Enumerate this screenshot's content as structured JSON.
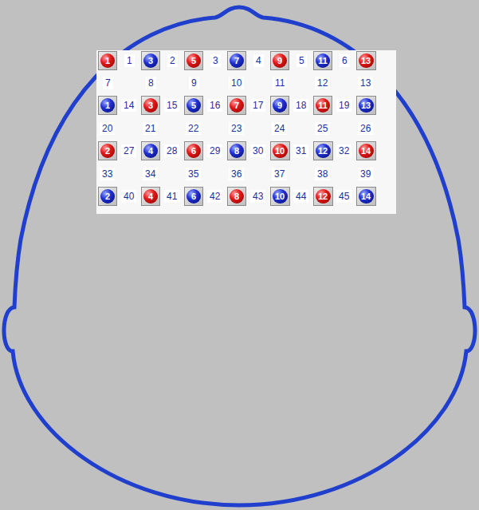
{
  "diagram": {
    "nodes": [
      {
        "text": [
          "1"
        ]
      },
      {
        "text": [
          "3"
        ]
      },
      {
        "text": [
          "5"
        ]
      },
      {
        "text": [
          "7"
        ]
      },
      {
        "text": [
          "9"
        ]
      },
      {
        "text": [
          "11"
        ]
      },
      {
        "text": [
          "13"
        ]
      },
      {
        "text": [
          "1"
        ]
      },
      {
        "text": [
          "3"
        ]
      },
      {
        "text": [
          "5"
        ]
      },
      {
        "text": [
          "7"
        ]
      },
      {
        "text": [
          "9"
        ]
      },
      {
        "text": [
          "11"
        ]
      },
      {
        "text": [
          "13"
        ]
      },
      {
        "text": [
          "2"
        ]
      },
      {
        "text": [
          "4"
        ]
      },
      {
        "text": [
          "6"
        ]
      },
      {
        "text": [
          "8"
        ]
      },
      {
        "text": [
          "10"
        ]
      },
      {
        "text": [
          "12"
        ]
      },
      {
        "text": [
          "14"
        ]
      },
      {
        "text": [
          "2"
        ]
      },
      {
        "text": [
          "4"
        ]
      },
      {
        "text": [
          "6"
        ]
      },
      {
        "text": [
          "8"
        ]
      },
      {
        "text": [
          "10"
        ]
      },
      {
        "text": [
          "12"
        ]
      },
      {
        "text": [
          "14"
        ]
      }
    ],
    "labels": [
      "1",
      "2",
      "3",
      "4",
      "5",
      "6",
      "7",
      "8",
      "9",
      "10",
      "11",
      "12",
      "13",
      "14",
      "15",
      "16",
      "17",
      "18",
      "19",
      "20",
      "21",
      "22",
      "23",
      "24",
      "25",
      "26",
      "27",
      "28",
      "29",
      "30",
      "31",
      "32",
      "33",
      "34",
      "35",
      "36",
      "37",
      "38",
      "39",
      "40",
      "41",
      "42",
      "43",
      "44",
      "45"
    ]
  }
}
